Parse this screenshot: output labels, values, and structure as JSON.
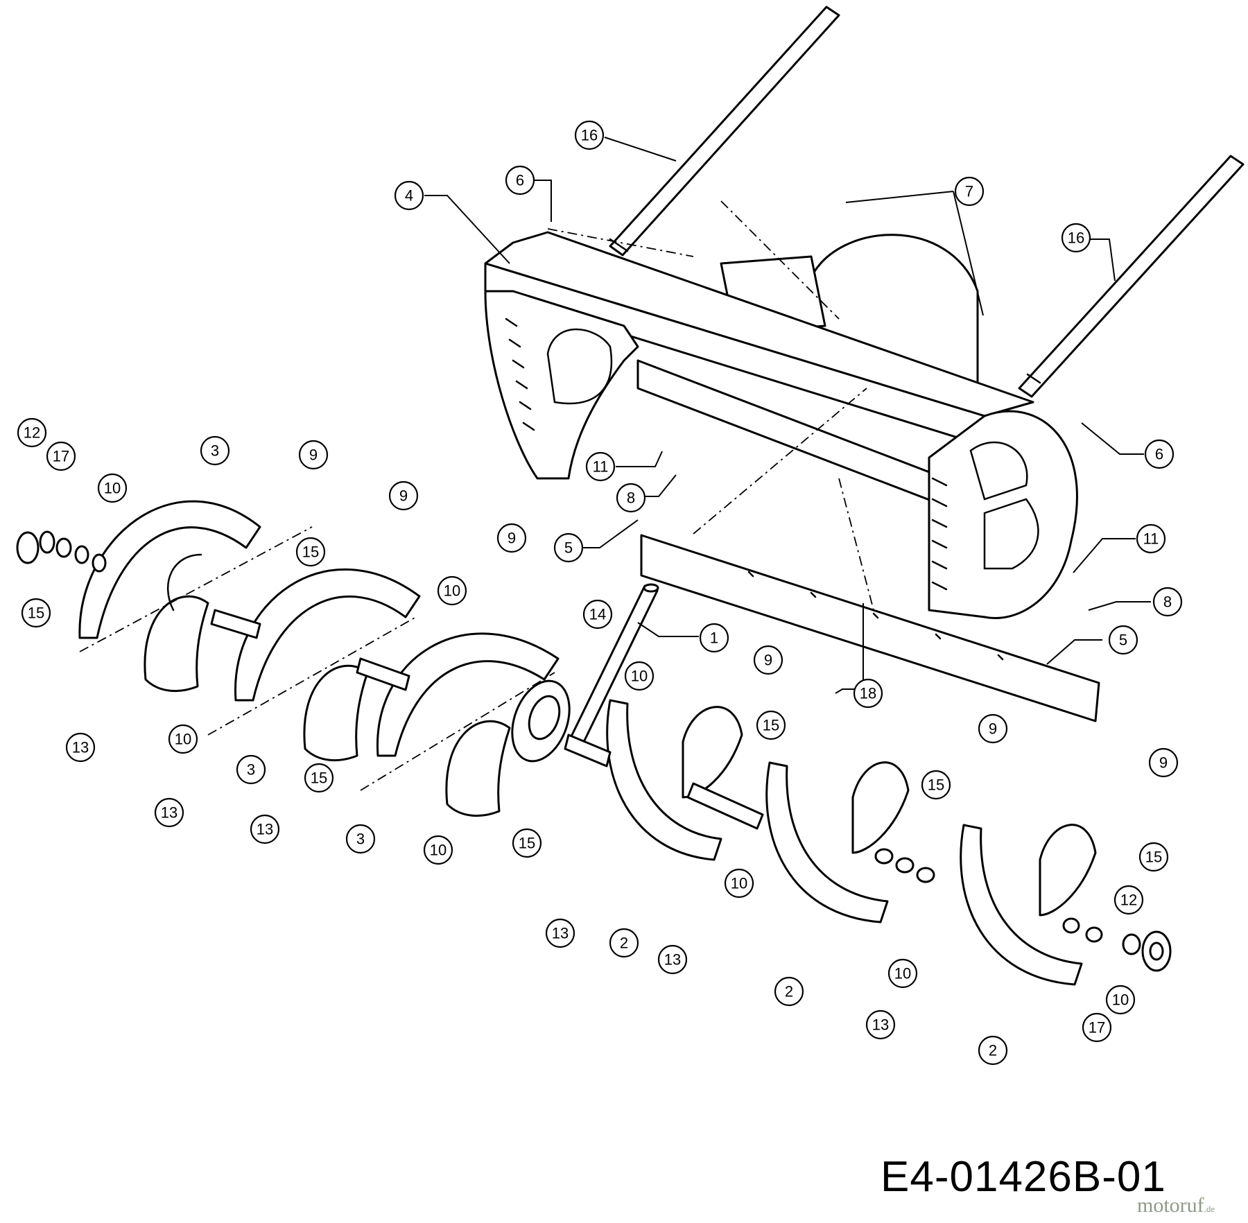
{
  "document_code": "E4-01426B-01",
  "watermark": {
    "name": "motoruf",
    "tld": ".de"
  },
  "callouts": [
    {
      "id": "c1",
      "label": "1"
    },
    {
      "id": "c2a",
      "label": "2"
    },
    {
      "id": "c2b",
      "label": "2"
    },
    {
      "id": "c2c",
      "label": "2"
    },
    {
      "id": "c3a",
      "label": "3"
    },
    {
      "id": "c3b",
      "label": "3"
    },
    {
      "id": "c3c",
      "label": "3"
    },
    {
      "id": "c4",
      "label": "4"
    },
    {
      "id": "c5a",
      "label": "5"
    },
    {
      "id": "c5b",
      "label": "5"
    },
    {
      "id": "c6a",
      "label": "6"
    },
    {
      "id": "c6b",
      "label": "6"
    },
    {
      "id": "c7",
      "label": "7"
    },
    {
      "id": "c8a",
      "label": "8"
    },
    {
      "id": "c8b",
      "label": "8"
    },
    {
      "id": "c9a",
      "label": "9"
    },
    {
      "id": "c9b",
      "label": "9"
    },
    {
      "id": "c9c",
      "label": "9"
    },
    {
      "id": "c9d",
      "label": "9"
    },
    {
      "id": "c9e",
      "label": "9"
    },
    {
      "id": "c9f",
      "label": "9"
    },
    {
      "id": "c10a",
      "label": "10"
    },
    {
      "id": "c10b",
      "label": "10"
    },
    {
      "id": "c10c",
      "label": "10"
    },
    {
      "id": "c10d",
      "label": "10"
    },
    {
      "id": "c10e",
      "label": "10"
    },
    {
      "id": "c10f",
      "label": "10"
    },
    {
      "id": "c10g",
      "label": "10"
    },
    {
      "id": "c10h",
      "label": "10"
    },
    {
      "id": "c11a",
      "label": "11"
    },
    {
      "id": "c11b",
      "label": "11"
    },
    {
      "id": "c12a",
      "label": "12"
    },
    {
      "id": "c12b",
      "label": "12"
    },
    {
      "id": "c13a",
      "label": "13"
    },
    {
      "id": "c13b",
      "label": "13"
    },
    {
      "id": "c13c",
      "label": "13"
    },
    {
      "id": "c13d",
      "label": "13"
    },
    {
      "id": "c13e",
      "label": "13"
    },
    {
      "id": "c13f",
      "label": "13"
    },
    {
      "id": "c14",
      "label": "14"
    },
    {
      "id": "c15a",
      "label": "15"
    },
    {
      "id": "c15b",
      "label": "15"
    },
    {
      "id": "c15c",
      "label": "15"
    },
    {
      "id": "c15d",
      "label": "15"
    },
    {
      "id": "c15e",
      "label": "15"
    },
    {
      "id": "c15f",
      "label": "15"
    },
    {
      "id": "c15g",
      "label": "15"
    },
    {
      "id": "c16a",
      "label": "16"
    },
    {
      "id": "c16b",
      "label": "16"
    },
    {
      "id": "c17a",
      "label": "17"
    },
    {
      "id": "c17b",
      "label": "17"
    },
    {
      "id": "c18",
      "label": "18"
    }
  ]
}
